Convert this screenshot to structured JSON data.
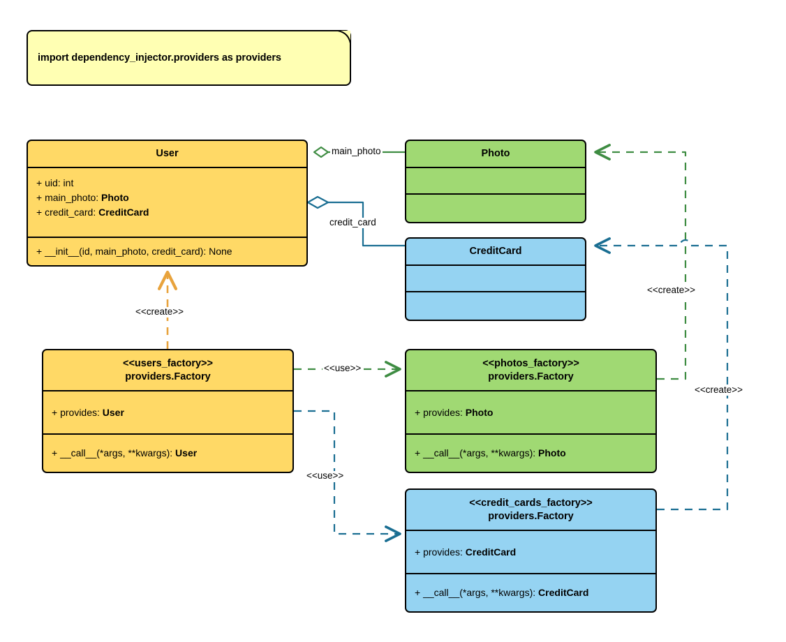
{
  "diagram": {
    "title": "dependency_injector factories UML class diagram",
    "colors": {
      "amber_fill": "#ffd966",
      "green_fill": "#a0d973",
      "blue_fill": "#95d3f2",
      "note_fill": "#ffffb3",
      "outline": "#000000",
      "green_edge": "#3e8c42",
      "blue_edge": "#1a6e92",
      "amber_edge": "#e8a33d"
    },
    "note": {
      "text": "import dependency_injector.providers as providers"
    },
    "classes": {
      "user": {
        "name": "User",
        "attributes": [
          {
            "prefix": "+ ",
            "label": "uid: ",
            "type": "int",
            "type_bold": false
          },
          {
            "prefix": "+ ",
            "label": "main_photo: ",
            "type": "Photo",
            "type_bold": true
          },
          {
            "prefix": "+ ",
            "label": "credit_card: ",
            "type": "CreditCard",
            "type_bold": true
          }
        ],
        "methods": [
          {
            "prefix": "+ ",
            "label": "__init__(id, main_photo, credit_card): ",
            "type": "None",
            "type_bold": false
          }
        ]
      },
      "photo": {
        "name": "Photo",
        "attributes": [],
        "methods": []
      },
      "credit_card": {
        "name": "CreditCard",
        "attributes": [],
        "methods": []
      },
      "users_factory": {
        "stereotype": "<<users_factory>>",
        "name": "providers.Factory",
        "attributes": [
          {
            "prefix": "+ ",
            "label": "provides: ",
            "type": "User",
            "type_bold": true
          }
        ],
        "methods": [
          {
            "prefix": "+ ",
            "label": "__call__(*args, **kwargs): ",
            "type": "User",
            "type_bold": true
          }
        ]
      },
      "photos_factory": {
        "stereotype": "<<photos_factory>>",
        "name": "providers.Factory",
        "attributes": [
          {
            "prefix": "+ ",
            "label": "provides: ",
            "type": "Photo",
            "type_bold": true
          }
        ],
        "methods": [
          {
            "prefix": "+ ",
            "label": "__call__(*args, **kwargs): ",
            "type": "Photo",
            "type_bold": true
          }
        ]
      },
      "credit_cards_factory": {
        "stereotype": "<<credit_cards_factory>>",
        "name": "providers.Factory",
        "attributes": [
          {
            "prefix": "+ ",
            "label": "provides: ",
            "type": "CreditCard",
            "type_bold": true
          }
        ],
        "methods": [
          {
            "prefix": "+ ",
            "label": "__call__(*args, **kwargs): ",
            "type": "CreditCard",
            "type_bold": true
          }
        ]
      }
    },
    "edges": {
      "user_main_photo": {
        "label": "main_photo",
        "from": "User",
        "to": "Photo",
        "kind": "aggregation",
        "color": "#3e8c42"
      },
      "user_credit_card": {
        "label": "credit_card",
        "from": "User",
        "to": "CreditCard",
        "kind": "aggregation",
        "color": "#1a6e92"
      },
      "users_factory_creates_user": {
        "label": "<<create>>",
        "from": "providers.Factory (users_factory)",
        "to": "User",
        "kind": "dependency",
        "color": "#e8a33d"
      },
      "users_factory_uses_photos_factory": {
        "label": "<<use>>",
        "from": "providers.Factory (users_factory)",
        "to": "providers.Factory (photos_factory)",
        "kind": "dependency",
        "color": "#3e8c42"
      },
      "users_factory_uses_credit_cards_factory": {
        "label": "<<use>>",
        "from": "providers.Factory (users_factory)",
        "to": "providers.Factory (credit_cards_factory)",
        "kind": "dependency",
        "color": "#1a6e92"
      },
      "photos_factory_creates_photo": {
        "label": "<<create>>",
        "from": "providers.Factory (photos_factory)",
        "to": "Photo",
        "kind": "dependency",
        "color": "#3e8c42"
      },
      "credit_cards_factory_creates_credit_card": {
        "label": "<<create>>",
        "from": "providers.Factory (credit_cards_factory)",
        "to": "CreditCard",
        "kind": "dependency",
        "color": "#1a6e92"
      }
    }
  }
}
